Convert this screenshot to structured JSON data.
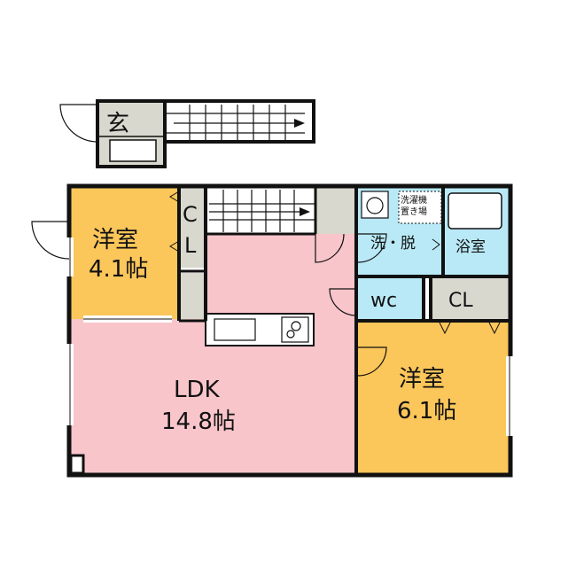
{
  "colors": {
    "wall": "#111111",
    "ldk": "#f8c5cb",
    "western": "#fbc65a",
    "wet": "#b9e9f6",
    "storage": "#d8d8cf",
    "white": "#ffffff"
  },
  "labels": {
    "entrance": "玄",
    "western1_name": "洋室",
    "western1_size": "4.1帖",
    "closet1_c": "C",
    "closet1_l": "L",
    "washer_line1": "洗濯機",
    "washer_line2": "置き場",
    "wash_room": "洗・脱",
    "bathroom": "浴室",
    "wc": "wc",
    "closet2": "CL",
    "ldk_name": "LDK",
    "ldk_size": "14.8帖",
    "western2_name": "洋室",
    "western2_size": "6.1帖"
  }
}
